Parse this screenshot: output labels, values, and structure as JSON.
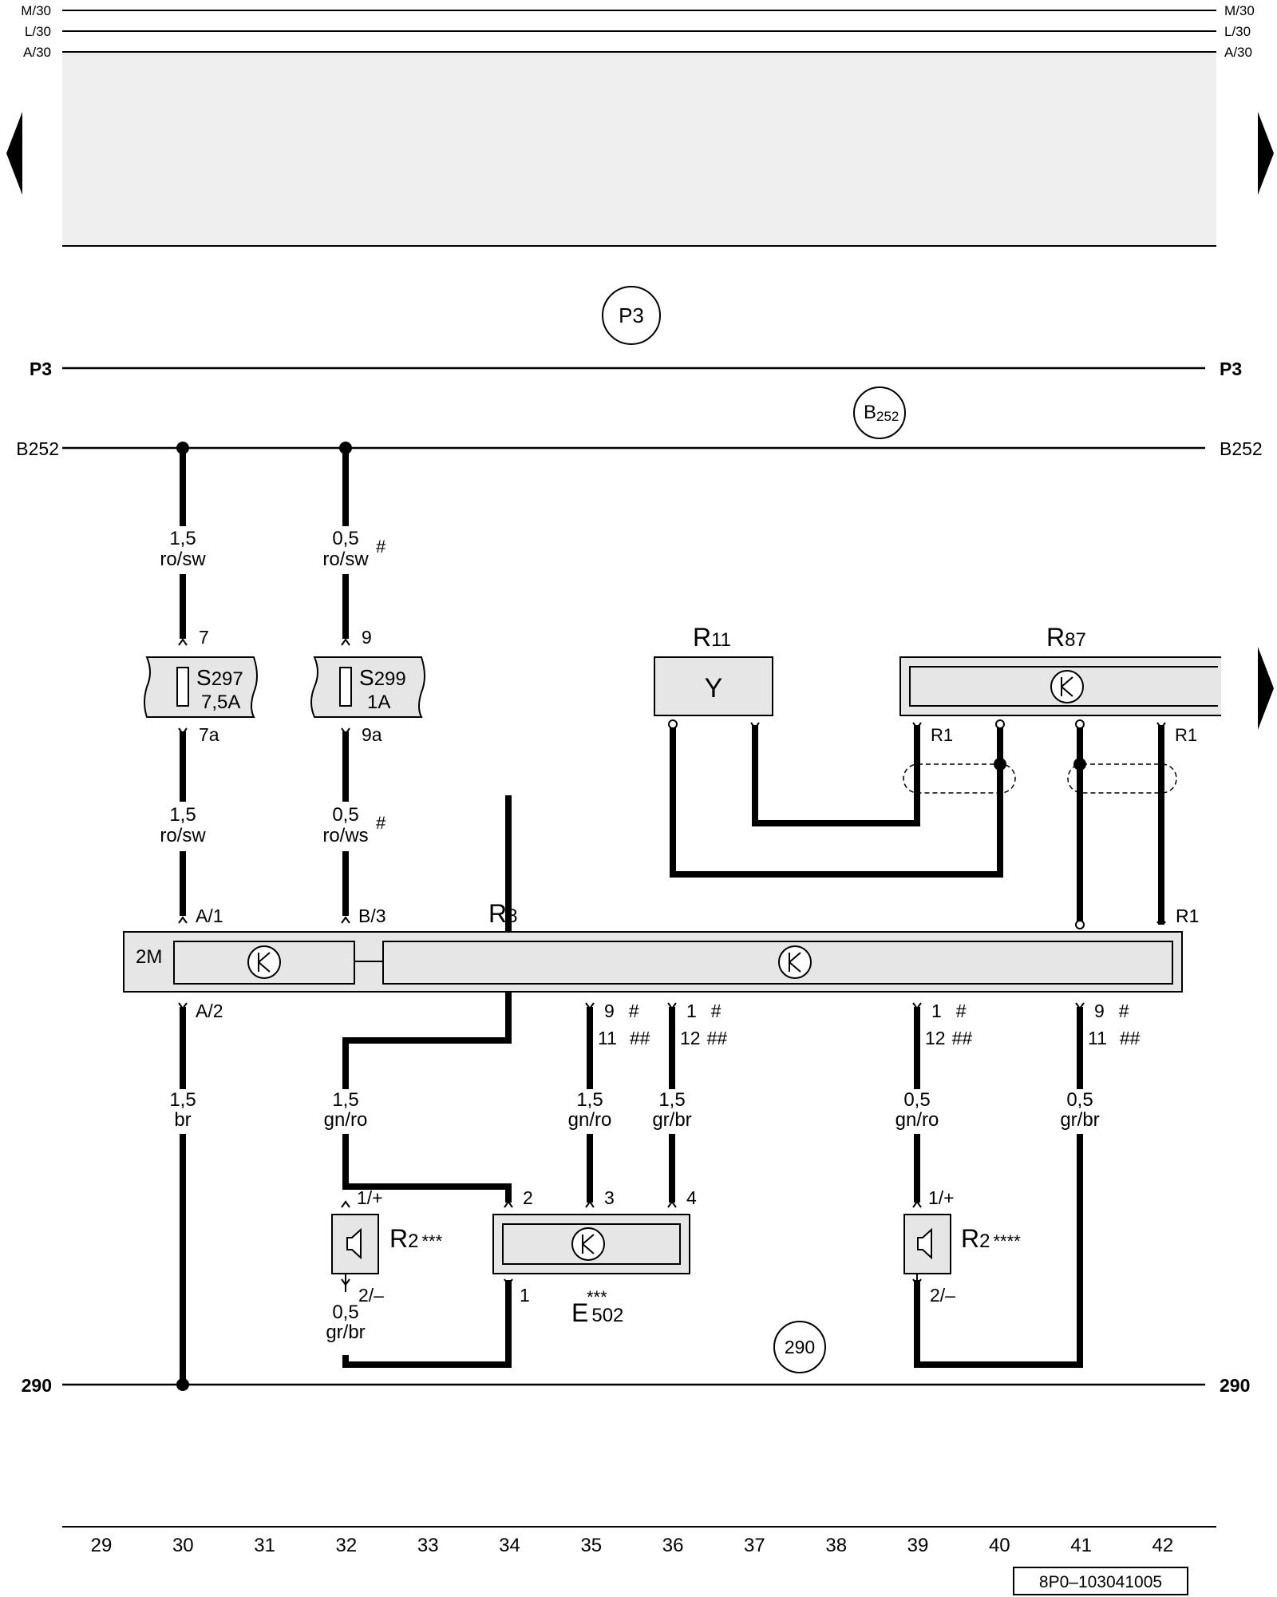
{
  "rails": {
    "top": [
      "M/30",
      "L/30",
      "A/30"
    ],
    "p3": "P3",
    "b252": "B252",
    "ground": "290"
  },
  "circle_labels": {
    "p3": "P3",
    "b252_main": "B",
    "b252_sub": "252",
    "ground": "290"
  },
  "components": {
    "s297": {
      "name": "S",
      "number": "297",
      "rating": "7,5A"
    },
    "s299": {
      "name": "S",
      "number": "299",
      "rating": "1A"
    },
    "r11": {
      "name": "R",
      "number": "11",
      "symbol": "Y"
    },
    "r87": {
      "name": "R",
      "number": "87"
    },
    "r8": {
      "name": "R",
      "number": "8",
      "connector": "2M"
    },
    "r2_left": {
      "name": "R",
      "number": "2",
      "note": "***"
    },
    "r2_right": {
      "name": "R",
      "number": "2",
      "note": "****"
    },
    "e502": {
      "name": "E",
      "number": "502",
      "note": "***"
    }
  },
  "wires": {
    "w30_top": {
      "size": "1,5",
      "color": "ro/sw"
    },
    "w32_top": {
      "size": "0,5",
      "color": "ro/sw",
      "note": "#"
    },
    "w30_mid": {
      "size": "1,5",
      "color": "ro/sw"
    },
    "w32_mid": {
      "size": "0,5",
      "color": "ro/ws",
      "note": "#"
    },
    "w30_low": {
      "size": "1,5",
      "color": "br"
    },
    "w32_low": {
      "size": "1,5",
      "color": "gn/ro"
    },
    "w32_gnd": {
      "size": "0,5",
      "color": "gr/br"
    },
    "w35": {
      "size": "1,5",
      "color": "gn/ro"
    },
    "w36": {
      "size": "1,5",
      "color": "gr/br"
    },
    "w39": {
      "size": "0,5",
      "color": "gn/ro"
    },
    "w41": {
      "size": "0,5",
      "color": "gr/br"
    }
  },
  "pins": {
    "p7": "7",
    "p9": "9",
    "p7a": "7a",
    "p9a": "9a",
    "a1": "A/1",
    "b3": "B/3",
    "r1_r8": "R1",
    "a2": "A/2",
    "r1_r87_a": "R1",
    "r1_r87_b": "R1",
    "r8_35_a": "9",
    "r8_35_a_note": "#",
    "r8_35_b": "11",
    "r8_35_b_note": "##",
    "r8_36_a": "1",
    "r8_36_a_note": "#",
    "r8_36_b": "12",
    "r8_36_b_note": "##",
    "r8_39_a": "1",
    "r8_39_a_note": "#",
    "r8_39_b": "12",
    "r8_39_b_note": "##",
    "r8_41_a": "9",
    "r8_41_a_note": "#",
    "r8_41_b": "11",
    "r8_41_b_note": "##",
    "r2l_plus": "1/+",
    "r2l_minus": "2/–",
    "r2r_plus": "1/+",
    "r2r_minus": "2/–",
    "e502_1": "1",
    "e502_2": "2",
    "e502_3": "3",
    "e502_4": "4"
  },
  "grid_numbers": [
    "29",
    "30",
    "31",
    "32",
    "33",
    "34",
    "35",
    "36",
    "37",
    "38",
    "39",
    "40",
    "41",
    "42"
  ],
  "doc_code": "8P0–103041005"
}
